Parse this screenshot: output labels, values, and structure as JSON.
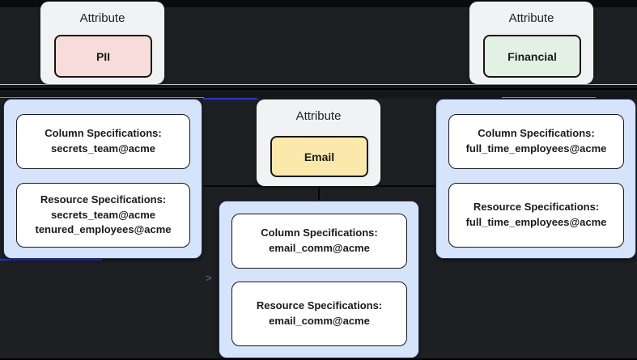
{
  "diagram": {
    "attribute_nodes": [
      {
        "title": "Attribute",
        "badge": "PII"
      },
      {
        "title": "Attribute",
        "badge": "Email"
      },
      {
        "title": "Attribute",
        "badge": "Financial"
      }
    ],
    "spec_groups": [
      {
        "column": {
          "title": "Column Specifications:",
          "lines": [
            "secrets_team@acme"
          ]
        },
        "resource": {
          "title": "Resource Specifications:",
          "lines": [
            "secrets_team@acme",
            "tenured_employees@acme"
          ]
        }
      },
      {
        "column": {
          "title": "Column Specifications:",
          "lines": [
            "email_comm@acme"
          ]
        },
        "resource": {
          "title": "Resource Specifications:",
          "lines": [
            "email_comm@acme"
          ]
        }
      },
      {
        "column": {
          "title": "Column Specifications:",
          "lines": [
            "full_time_employees@acme"
          ]
        },
        "resource": {
          "title": "Resource Specifications:",
          "lines": [
            "full_time_employees@acme"
          ]
        }
      }
    ],
    "edge_arrow_glyph": ">",
    "colors": {
      "canvas_bg": "#1e1f22",
      "pii_badge_bg": "#f8dcd9",
      "email_badge_bg": "#fbe9ab",
      "financial_badge_bg": "#e3f0e4",
      "container_bg": "#d5e4fb",
      "accent_edge_blue": "#2433e6",
      "spec_box_bg": "#ffffff"
    }
  }
}
